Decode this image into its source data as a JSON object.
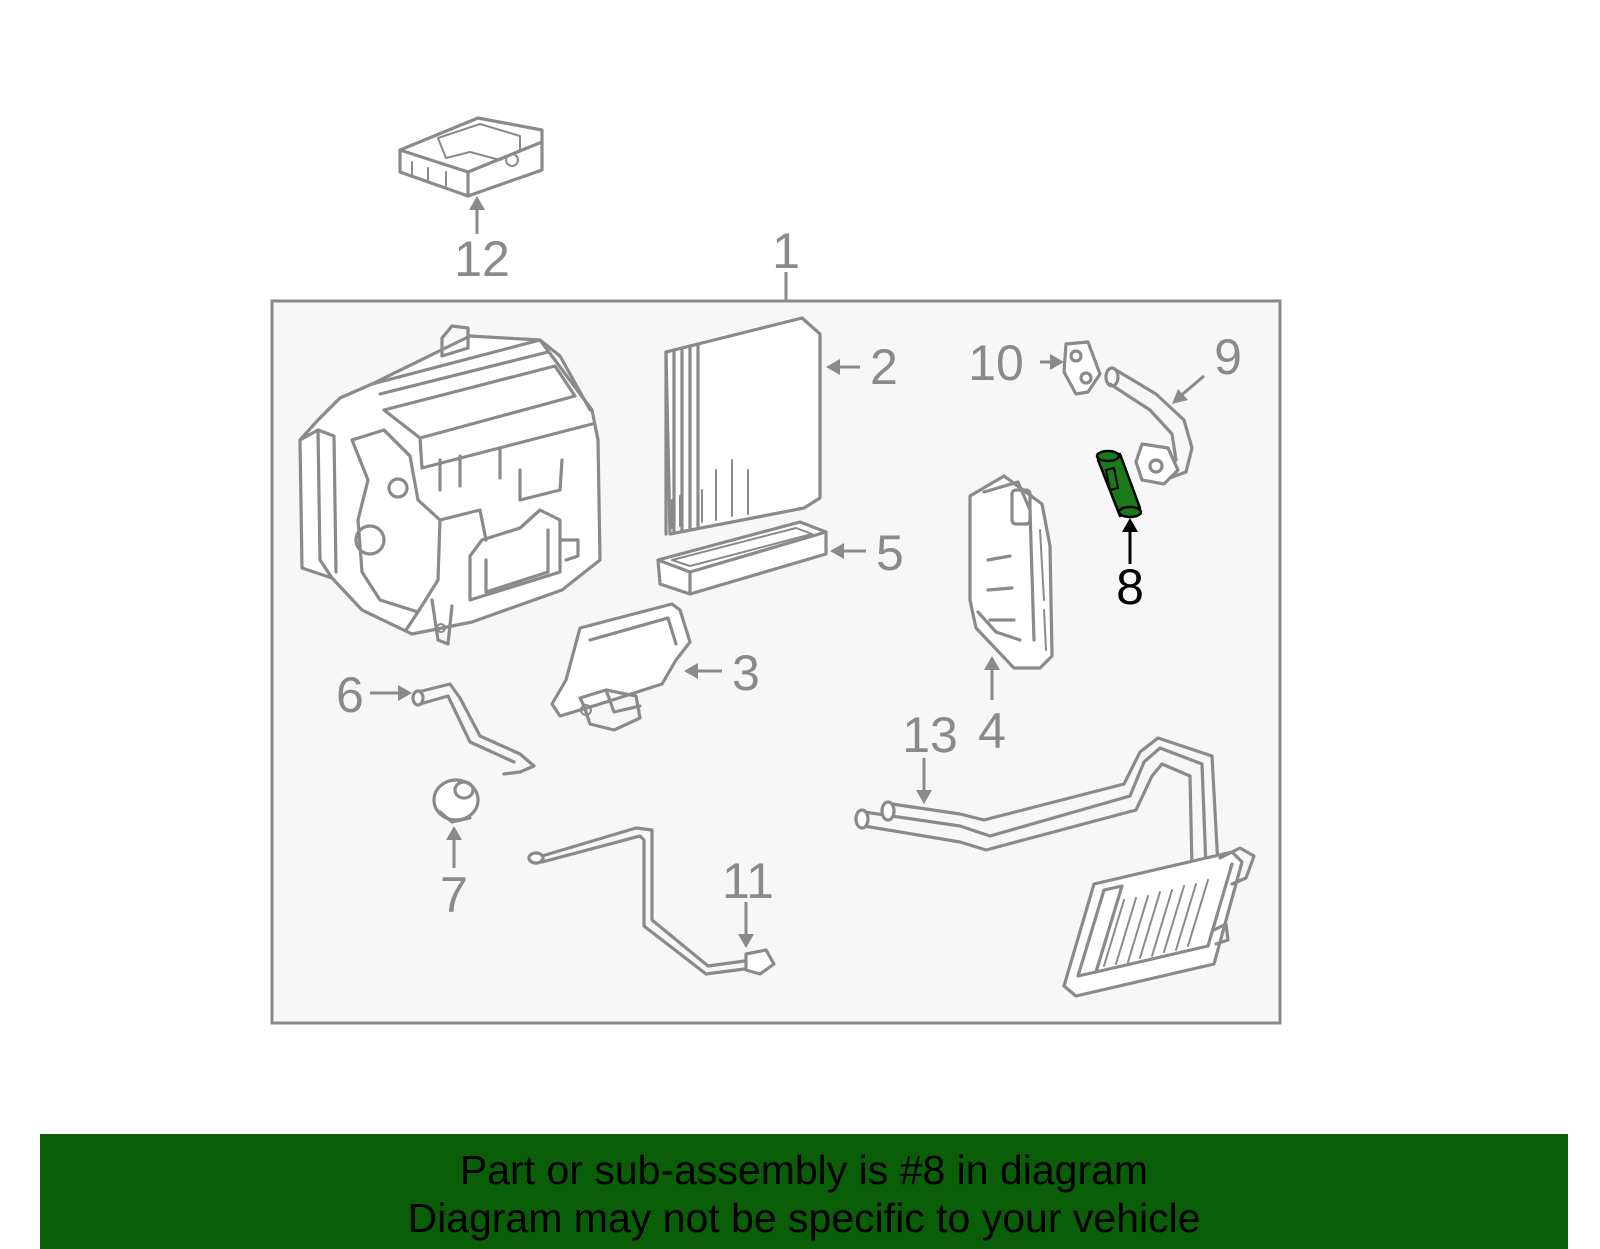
{
  "diagram": {
    "callouts": [
      {
        "id": "1",
        "text": "1"
      },
      {
        "id": "2",
        "text": "2"
      },
      {
        "id": "3",
        "text": "3"
      },
      {
        "id": "4",
        "text": "4"
      },
      {
        "id": "5",
        "text": "5"
      },
      {
        "id": "6",
        "text": "6"
      },
      {
        "id": "7",
        "text": "7"
      },
      {
        "id": "8",
        "text": "8",
        "highlighted": true
      },
      {
        "id": "9",
        "text": "9"
      },
      {
        "id": "10",
        "text": "10"
      },
      {
        "id": "11",
        "text": "11"
      },
      {
        "id": "12",
        "text": "12"
      },
      {
        "id": "13",
        "text": "13"
      }
    ],
    "highlight_color": "#1a7a1a",
    "line_color": "#8a8a8a",
    "panel_fill": "#f7f7f7"
  },
  "banner": {
    "line1": "Part or sub-assembly is #8 in diagram",
    "line2": "Diagram may not be specific to your vehicle",
    "background": "#0b5e08"
  }
}
